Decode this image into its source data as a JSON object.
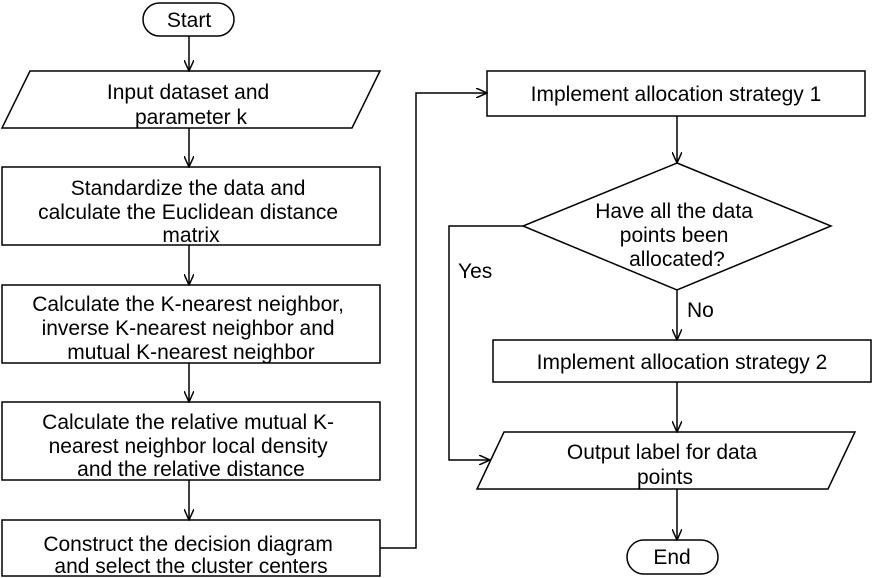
{
  "nodes": {
    "start": {
      "lines": [
        "Start"
      ]
    },
    "input": {
      "lines": [
        "Input dataset and",
        "parameter k"
      ]
    },
    "standardize": {
      "lines": [
        "Standardize the data and",
        "calculate the Euclidean distance",
        "matrix"
      ]
    },
    "knn": {
      "lines": [
        "Calculate the K-nearest neighbor,",
        "inverse K-nearest neighbor and",
        "mutual K-nearest neighbor"
      ]
    },
    "density": {
      "lines": [
        "Calculate the relative mutual K-",
        "nearest neighbor local density",
        "and  the relative distance"
      ]
    },
    "decision_diagram": {
      "lines": [
        "Construct the decision diagram",
        "and select the cluster centers"
      ]
    },
    "strategy1": {
      "lines": [
        "Implement allocation strategy 1"
      ]
    },
    "allocated_check": {
      "lines": [
        "Have all the data",
        "points been",
        "allocated?"
      ]
    },
    "strategy2": {
      "lines": [
        "Implement allocation strategy 2"
      ]
    },
    "output": {
      "lines": [
        "Output label for data",
        "points"
      ]
    },
    "end": {
      "lines": [
        "End"
      ]
    }
  },
  "edge_labels": {
    "yes": "Yes",
    "no": "No"
  },
  "colors": {
    "stroke": "#000000",
    "fill": "#ffffff",
    "text": "#000000"
  }
}
